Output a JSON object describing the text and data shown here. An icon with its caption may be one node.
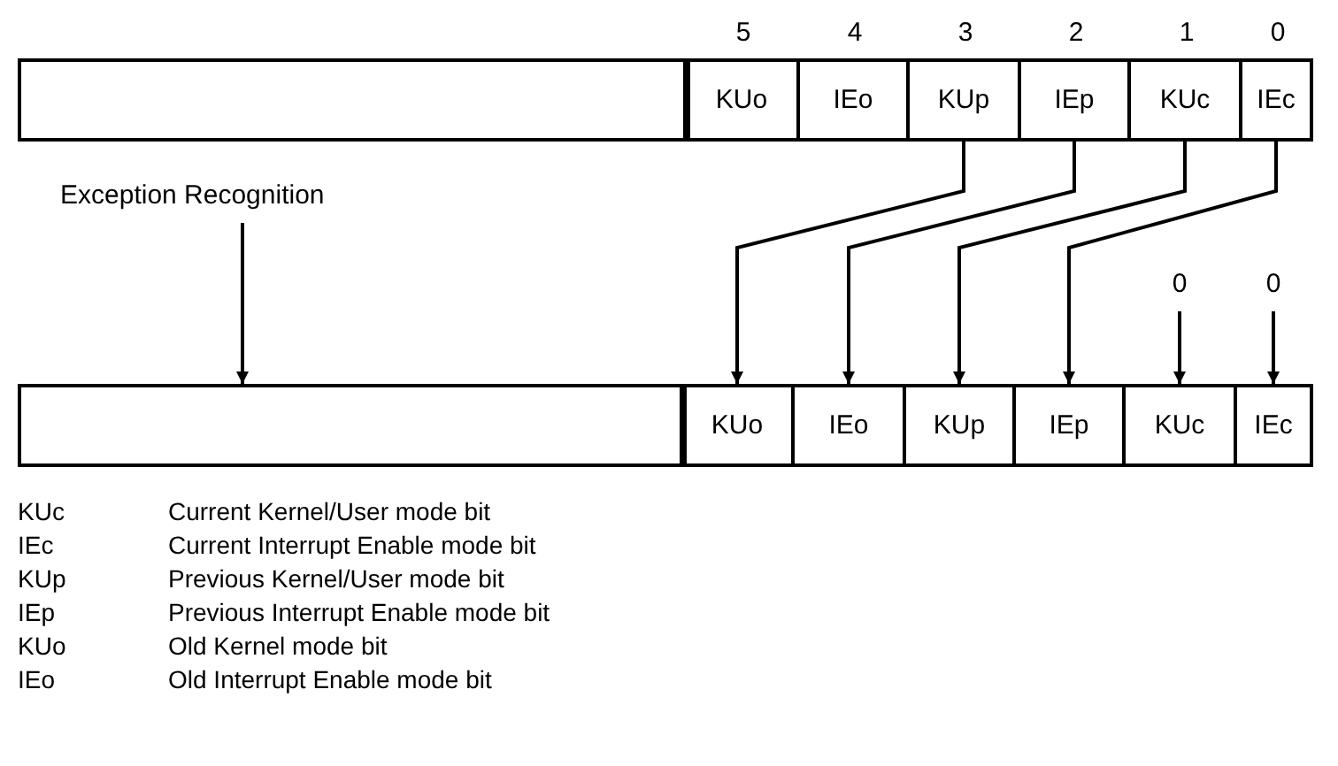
{
  "diagram": {
    "nodes": [
      {
        "text": [],
        "shape": "box"
      },
      {
        "text": [
          "KUo"
        ]
      },
      {
        "text": [
          "IEo"
        ]
      },
      {
        "text": [
          "KUp"
        ]
      },
      {
        "text": [
          "IEp"
        ]
      },
      {
        "text": [
          "KUc"
        ]
      },
      {
        "text": [
          "IEc"
        ]
      },
      {
        "text": [
          "Exception Recognition"
        ]
      },
      {
        "text": [
          "0"
        ]
      },
      {
        "text": [
          "0"
        ]
      },
      {
        "text": [],
        "shape": "box"
      },
      {
        "text": [
          "KUo"
        ]
      },
      {
        "text": [
          "IEo"
        ]
      },
      {
        "text": [
          "KUp"
        ]
      },
      {
        "text": [
          "IEp"
        ]
      },
      {
        "text": [
          "KUc"
        ]
      },
      {
        "text": [
          "IEc"
        ]
      }
    ],
    "edges": [
      {
        "from": 3,
        "to": 11,
        "arrow": "to"
      },
      {
        "from": 4,
        "to": 12,
        "arrow": "to"
      },
      {
        "from": 5,
        "to": 13,
        "arrow": "to"
      },
      {
        "from": 6,
        "to": 14,
        "arrow": "to"
      },
      {
        "from": 7,
        "to": 10,
        "arrow": "to"
      },
      {
        "from": 8,
        "to": 15,
        "arrow": "to"
      },
      {
        "from": 9,
        "to": 16,
        "arrow": "to"
      }
    ],
    "labels": [
      "5",
      "4",
      "3",
      "2",
      "1",
      "0",
      "KUc",
      "Current Kernel/User mode bit",
      "IEc",
      "Current Interrupt Enable mode bit",
      "KUp",
      "Previous Kernel/User mode bit",
      "IEp",
      "Previous Interrupt Enable mode bit",
      "KUo",
      "Old Kernel mode bit",
      "IEo",
      "Old Interrupt Enable mode bit"
    ]
  }
}
